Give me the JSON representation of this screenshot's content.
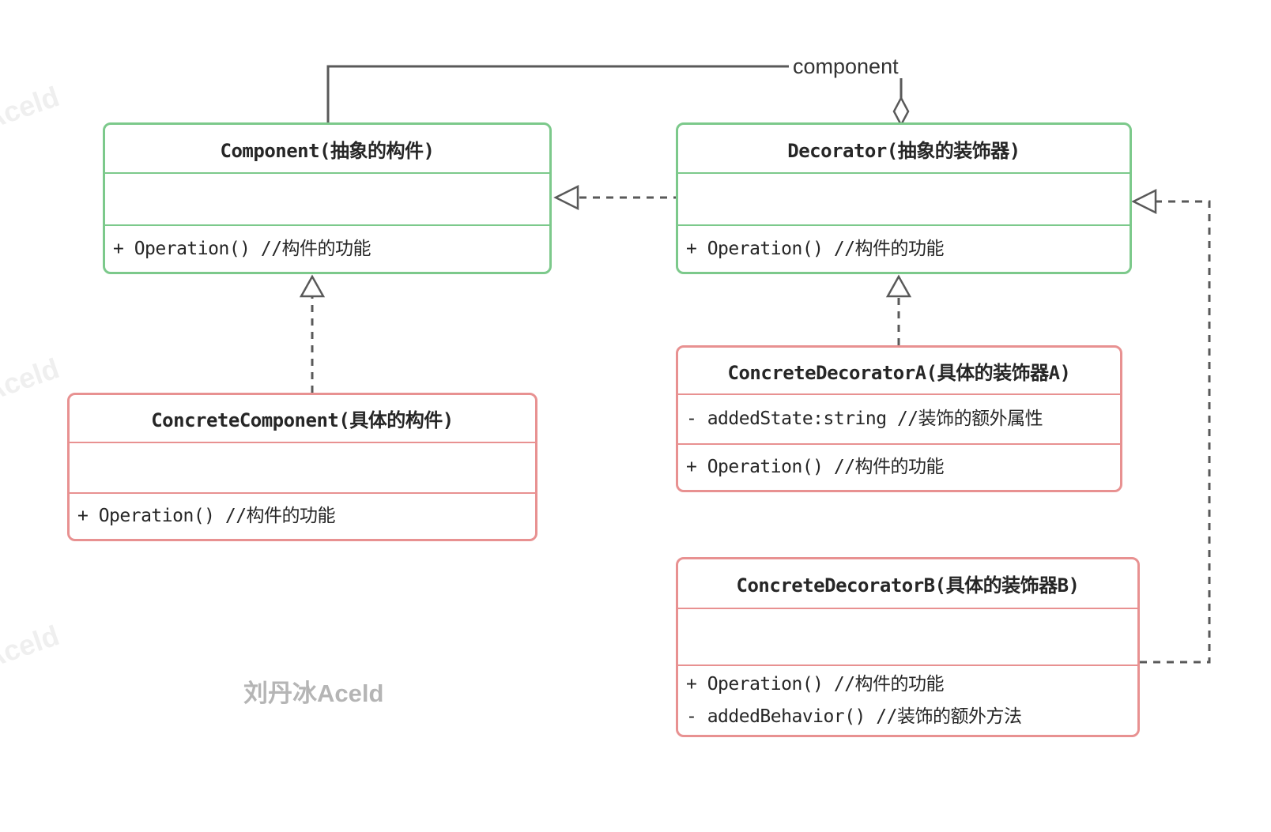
{
  "diagram_type": "uml-class-diagram",
  "pattern": "Decorator",
  "colors": {
    "abstract_class_border": "#7cc98b",
    "concrete_class_border": "#e89191",
    "connector_line": "#595959",
    "text": "#262626",
    "association_label_text": "#333333",
    "corner_watermark": "#efefef",
    "author_watermark": "#b5b5b5"
  },
  "classes": [
    {
      "id": "component",
      "name": "Component(抽象的构件)",
      "kind": "abstract",
      "attributes": [],
      "methods": [
        "+ Operation() //构件的功能"
      ]
    },
    {
      "id": "decorator",
      "name": "Decorator(抽象的装饰器)",
      "kind": "abstract",
      "attributes": [],
      "methods": [
        "+ Operation() //构件的功能"
      ]
    },
    {
      "id": "concrete-component",
      "name": "ConcreteComponent(具体的构件)",
      "kind": "concrete",
      "attributes": [],
      "methods": [
        "+ Operation() //构件的功能"
      ]
    },
    {
      "id": "concrete-decorator-a",
      "name": "ConcreteDecoratorA(具体的装饰器A)",
      "kind": "concrete",
      "attributes": [
        "- addedState:string //装饰的额外属性"
      ],
      "methods": [
        "+ Operation() //构件的功能"
      ]
    },
    {
      "id": "concrete-decorator-b",
      "name": "ConcreteDecoratorB(具体的装饰器B)",
      "kind": "concrete",
      "attributes": [],
      "methods": [
        "+ Operation() //构件的功能",
        "- addedBehavior() //装饰的额外方法"
      ]
    }
  ],
  "relations": [
    {
      "type": "aggregation",
      "from": "Decorator",
      "to": "Component",
      "label": "component",
      "line": "solid",
      "head": "hollow-diamond"
    },
    {
      "type": "dependency",
      "from": "Decorator",
      "to": "Component",
      "label": "",
      "line": "dashed",
      "head": "open-triangle"
    },
    {
      "type": "realization",
      "from": "ConcreteComponent",
      "to": "Component",
      "label": "",
      "line": "dashed",
      "head": "hollow-triangle"
    },
    {
      "type": "realization",
      "from": "ConcreteDecoratorA",
      "to": "Decorator",
      "label": "",
      "line": "dashed",
      "head": "hollow-triangle"
    },
    {
      "type": "realization",
      "from": "ConcreteDecoratorB",
      "to": "Decorator",
      "label": "",
      "line": "dashed",
      "head": "hollow-triangle"
    }
  ],
  "watermarks": {
    "corner_text": "Aceld",
    "author_text": "刘丹冰Aceld"
  }
}
